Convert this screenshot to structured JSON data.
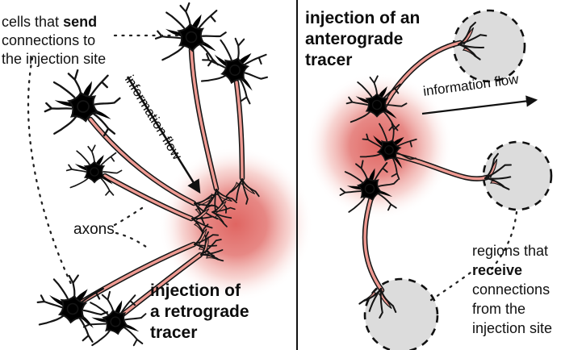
{
  "left_panel": {
    "cells_label": {
      "pre": "cells that",
      "bold": "send",
      "line2": "connections to",
      "line3": "the injection site"
    },
    "flow_label": "information flow",
    "axons_label": "axons",
    "title_lines": {
      "0": "injection of",
      "1": "a retrograde",
      "2": "tracer"
    }
  },
  "right_panel": {
    "title_lines": {
      "0": "injection of an",
      "1": "anterograde",
      "2": "tracer"
    },
    "flow_label": "information flow",
    "regions_label": {
      "line1": "regions that",
      "bold": "receive",
      "line3": "connections",
      "line4": "from the",
      "line5": "injection site"
    }
  },
  "colors": {
    "neuron_body": "#e2605a",
    "neuron_nucleus": "#f4b3ab",
    "axon_fill": "#ef9a92",
    "injection_glow": "#dd5a56",
    "target_region_gray": "#dcdcdc",
    "outline": "#111111"
  }
}
